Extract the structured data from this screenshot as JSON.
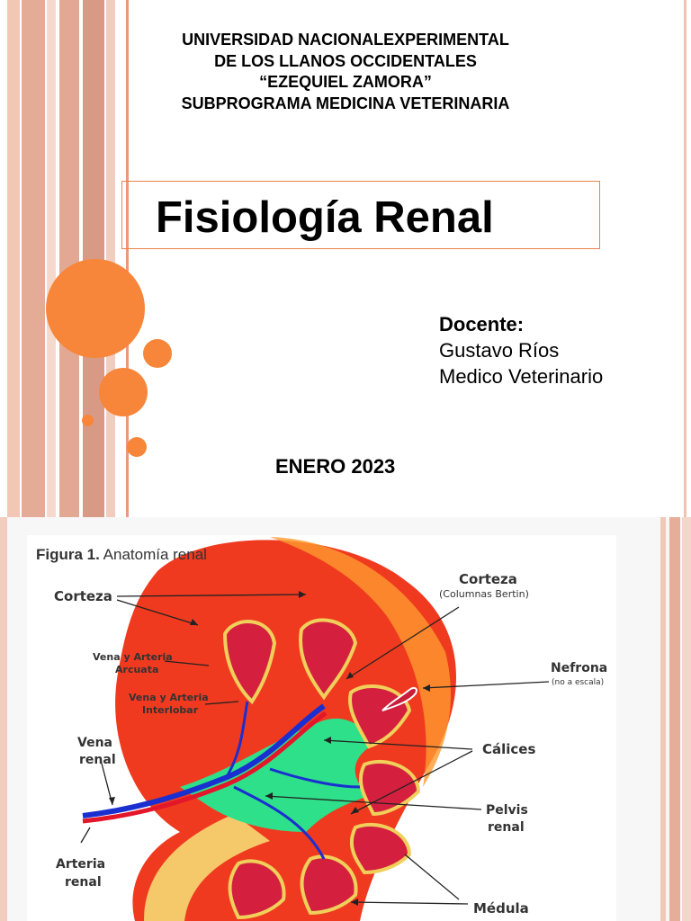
{
  "slide1": {
    "institution": [
      "UNIVERSIDAD NACIONALEXPERIMENTAL",
      "DE LOS LLANOS OCCIDENTALES",
      "“EZEQUIEL ZAMORA”",
      "SUBPROGRAMA MEDICINA VETERINARIA"
    ],
    "title": "Fisiología Renal",
    "docente_label": "Docente:",
    "docente_name": "Gustavo Ríos",
    "docente_role": "Medico Veterinario",
    "date": "ENERO 2023",
    "colors": {
      "accent": "#f7863a",
      "border": "#e8834a",
      "stripe_light": "#f7d8cc",
      "stripe_dark": "#d99a86"
    }
  },
  "figure": {
    "caption_prefix": "Figura 1.",
    "caption_text": "Anatomía renal",
    "labels": {
      "corteza_left": "Corteza",
      "corteza_right": "Corteza",
      "columnas": "(Columnas Bertin)",
      "vena_arteria_arcuata_1": "Vena y Arteria",
      "vena_arteria_arcuata_2": "Arcuata",
      "vena_arteria_interlobar_1": "Vena y Arteria",
      "vena_arteria_interlobar_2": "Interlobar",
      "nefrona": "Nefrona",
      "no_escala": "(no a escala)",
      "vena_renal_1": "Vena",
      "vena_renal_2": "renal",
      "calices": "Cálices",
      "pelvis_1": "Pelvis",
      "pelvis_2": "renal",
      "arteria_renal_1": "Arteria",
      "arteria_renal_2": "renal",
      "medula": "Médula"
    },
    "colors": {
      "cortex": "#f03a1f",
      "cortex_edge": "#ff9a2e",
      "pelvis": "#2ee08a",
      "vein": "#1b2fd0",
      "artery": "#e3162a",
      "pyramid": "#d4203e"
    }
  }
}
